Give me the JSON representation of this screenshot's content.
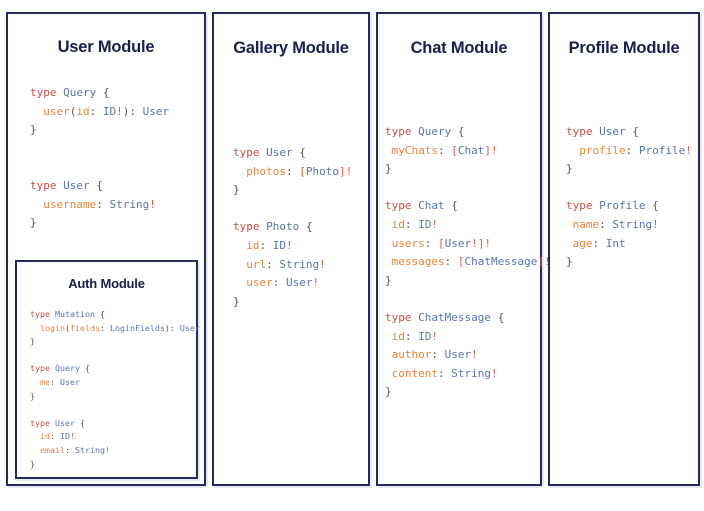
{
  "diagram": {
    "type": "graphql-schema-modules",
    "background_color": "#ffffff",
    "card_border_color": "#252a5e",
    "title_color": "#1b1f4b",
    "token_colors": {
      "keyword": "#c0504a",
      "type_name": "#5b74a8",
      "field_name": "#e2853f",
      "non_null_bang": "#d4614c",
      "punctuation": "#55555f"
    }
  },
  "modules": [
    {
      "id": "user",
      "title": "User Module",
      "code_lines": [
        [
          {
            "text": "type",
            "cls": "t-kw"
          },
          {
            "text": " ",
            "cls": "t-pun"
          },
          {
            "text": "Query",
            "cls": "t-type"
          },
          {
            "text": " {",
            "cls": "t-pun"
          }
        ],
        [
          {
            "text": "  ",
            "cls": "t-pun"
          },
          {
            "text": "user",
            "cls": "t-fld"
          },
          {
            "text": "(",
            "cls": "t-pun"
          },
          {
            "text": "id",
            "cls": "t-fld"
          },
          {
            "text": ": ",
            "cls": "t-pun"
          },
          {
            "text": "ID",
            "cls": "t-type"
          },
          {
            "text": "!",
            "cls": "t-bang"
          },
          {
            "text": "): ",
            "cls": "t-pun"
          },
          {
            "text": "User",
            "cls": "t-type"
          }
        ],
        [
          {
            "text": "}",
            "cls": "t-pun"
          }
        ],
        [
          {
            "text": "",
            "cls": "t-pun"
          }
        ],
        [
          {
            "text": "",
            "cls": "t-pun"
          }
        ],
        [
          {
            "text": "type",
            "cls": "t-kw"
          },
          {
            "text": " ",
            "cls": "t-pun"
          },
          {
            "text": "User",
            "cls": "t-type"
          },
          {
            "text": " {",
            "cls": "t-pun"
          }
        ],
        [
          {
            "text": "  ",
            "cls": "t-pun"
          },
          {
            "text": "username",
            "cls": "t-fld"
          },
          {
            "text": ": ",
            "cls": "t-pun"
          },
          {
            "text": "String",
            "cls": "t-type"
          },
          {
            "text": "!",
            "cls": "t-bang"
          }
        ],
        [
          {
            "text": "}",
            "cls": "t-pun"
          }
        ]
      ]
    },
    {
      "id": "auth",
      "title": "Auth Module",
      "nested_in": "user",
      "code_lines": [
        [
          {
            "text": "type",
            "cls": "t-kw"
          },
          {
            "text": " ",
            "cls": "t-pun"
          },
          {
            "text": "Mutation",
            "cls": "t-type"
          },
          {
            "text": " {",
            "cls": "t-pun"
          }
        ],
        [
          {
            "text": "  ",
            "cls": "t-pun"
          },
          {
            "text": "login",
            "cls": "t-fld"
          },
          {
            "text": "(",
            "cls": "t-pun"
          },
          {
            "text": "fields",
            "cls": "t-fld"
          },
          {
            "text": ": ",
            "cls": "t-pun"
          },
          {
            "text": "LoginFields",
            "cls": "t-type"
          },
          {
            "text": "): ",
            "cls": "t-pun"
          },
          {
            "text": "User",
            "cls": "t-type"
          }
        ],
        [
          {
            "text": "}",
            "cls": "t-pun"
          }
        ],
        [
          {
            "text": "",
            "cls": "t-pun"
          }
        ],
        [
          {
            "text": "type",
            "cls": "t-kw"
          },
          {
            "text": " ",
            "cls": "t-pun"
          },
          {
            "text": "Query",
            "cls": "t-type"
          },
          {
            "text": " {",
            "cls": "t-pun"
          }
        ],
        [
          {
            "text": "  ",
            "cls": "t-pun"
          },
          {
            "text": "me",
            "cls": "t-fld"
          },
          {
            "text": ": ",
            "cls": "t-pun"
          },
          {
            "text": "User",
            "cls": "t-type"
          }
        ],
        [
          {
            "text": "}",
            "cls": "t-pun"
          }
        ],
        [
          {
            "text": "",
            "cls": "t-pun"
          }
        ],
        [
          {
            "text": "type",
            "cls": "t-kw"
          },
          {
            "text": " ",
            "cls": "t-pun"
          },
          {
            "text": "User",
            "cls": "t-type"
          },
          {
            "text": " {",
            "cls": "t-pun"
          }
        ],
        [
          {
            "text": "  ",
            "cls": "t-pun"
          },
          {
            "text": "id",
            "cls": "t-fld"
          },
          {
            "text": ": ",
            "cls": "t-pun"
          },
          {
            "text": "ID",
            "cls": "t-type"
          },
          {
            "text": "!",
            "cls": "t-bang"
          }
        ],
        [
          {
            "text": "  ",
            "cls": "t-pun"
          },
          {
            "text": "email",
            "cls": "t-fld"
          },
          {
            "text": ": ",
            "cls": "t-pun"
          },
          {
            "text": "String",
            "cls": "t-type"
          },
          {
            "text": "!",
            "cls": "t-bang"
          }
        ],
        [
          {
            "text": "}",
            "cls": "t-pun"
          }
        ]
      ]
    },
    {
      "id": "gallery",
      "title": "Gallery Module",
      "code_lines": [
        [
          {
            "text": "type",
            "cls": "t-kw"
          },
          {
            "text": " ",
            "cls": "t-pun"
          },
          {
            "text": "User",
            "cls": "t-type"
          },
          {
            "text": " {",
            "cls": "t-pun"
          }
        ],
        [
          {
            "text": "  ",
            "cls": "t-pun"
          },
          {
            "text": "photos",
            "cls": "t-fld"
          },
          {
            "text": ": ",
            "cls": "t-pun"
          },
          {
            "text": "[",
            "cls": "t-bang"
          },
          {
            "text": "Photo",
            "cls": "t-type"
          },
          {
            "text": "]!",
            "cls": "t-bang"
          }
        ],
        [
          {
            "text": "}",
            "cls": "t-pun"
          }
        ],
        [
          {
            "text": "",
            "cls": "t-pun"
          }
        ],
        [
          {
            "text": "type",
            "cls": "t-kw"
          },
          {
            "text": " ",
            "cls": "t-pun"
          },
          {
            "text": "Photo",
            "cls": "t-type"
          },
          {
            "text": " {",
            "cls": "t-pun"
          }
        ],
        [
          {
            "text": "  ",
            "cls": "t-pun"
          },
          {
            "text": "id",
            "cls": "t-fld"
          },
          {
            "text": ": ",
            "cls": "t-pun"
          },
          {
            "text": "ID",
            "cls": "t-type"
          },
          {
            "text": "!",
            "cls": "t-bang"
          }
        ],
        [
          {
            "text": "  ",
            "cls": "t-pun"
          },
          {
            "text": "url",
            "cls": "t-fld"
          },
          {
            "text": ": ",
            "cls": "t-pun"
          },
          {
            "text": "String",
            "cls": "t-type"
          },
          {
            "text": "!",
            "cls": "t-bang"
          }
        ],
        [
          {
            "text": "  ",
            "cls": "t-pun"
          },
          {
            "text": "user",
            "cls": "t-fld"
          },
          {
            "text": ": ",
            "cls": "t-pun"
          },
          {
            "text": "User",
            "cls": "t-type"
          },
          {
            "text": "!",
            "cls": "t-bang"
          }
        ],
        [
          {
            "text": "}",
            "cls": "t-pun"
          }
        ]
      ]
    },
    {
      "id": "chat",
      "title": "Chat Module",
      "code_lines": [
        [
          {
            "text": "type",
            "cls": "t-kw"
          },
          {
            "text": " ",
            "cls": "t-pun"
          },
          {
            "text": "Query",
            "cls": "t-type"
          },
          {
            "text": " {",
            "cls": "t-pun"
          }
        ],
        [
          {
            "text": " ",
            "cls": "t-pun"
          },
          {
            "text": "myChats",
            "cls": "t-fld"
          },
          {
            "text": ": ",
            "cls": "t-pun"
          },
          {
            "text": "[",
            "cls": "t-bang"
          },
          {
            "text": "Chat",
            "cls": "t-type"
          },
          {
            "text": "]!",
            "cls": "t-bang"
          }
        ],
        [
          {
            "text": "}",
            "cls": "t-pun"
          }
        ],
        [
          {
            "text": "",
            "cls": "t-pun"
          }
        ],
        [
          {
            "text": "type",
            "cls": "t-kw"
          },
          {
            "text": " ",
            "cls": "t-pun"
          },
          {
            "text": "Chat",
            "cls": "t-type"
          },
          {
            "text": " {",
            "cls": "t-pun"
          }
        ],
        [
          {
            "text": " ",
            "cls": "t-pun"
          },
          {
            "text": "id",
            "cls": "t-fld"
          },
          {
            "text": ": ",
            "cls": "t-pun"
          },
          {
            "text": "ID",
            "cls": "t-type"
          },
          {
            "text": "!",
            "cls": "t-bang"
          }
        ],
        [
          {
            "text": " ",
            "cls": "t-pun"
          },
          {
            "text": "users",
            "cls": "t-fld"
          },
          {
            "text": ": ",
            "cls": "t-pun"
          },
          {
            "text": "[",
            "cls": "t-bang"
          },
          {
            "text": "User",
            "cls": "t-type"
          },
          {
            "text": "!]!",
            "cls": "t-bang"
          }
        ],
        [
          {
            "text": " ",
            "cls": "t-pun"
          },
          {
            "text": "messages",
            "cls": "t-fld"
          },
          {
            "text": ": ",
            "cls": "t-pun"
          },
          {
            "text": "[",
            "cls": "t-bang"
          },
          {
            "text": "ChatMessage",
            "cls": "t-type"
          },
          {
            "text": "]!",
            "cls": "t-bang"
          }
        ],
        [
          {
            "text": "}",
            "cls": "t-pun"
          }
        ],
        [
          {
            "text": "",
            "cls": "t-pun"
          }
        ],
        [
          {
            "text": "type",
            "cls": "t-kw"
          },
          {
            "text": " ",
            "cls": "t-pun"
          },
          {
            "text": "ChatMessage",
            "cls": "t-type"
          },
          {
            "text": " {",
            "cls": "t-pun"
          }
        ],
        [
          {
            "text": " ",
            "cls": "t-pun"
          },
          {
            "text": "id",
            "cls": "t-fld"
          },
          {
            "text": ": ",
            "cls": "t-pun"
          },
          {
            "text": "ID",
            "cls": "t-type"
          },
          {
            "text": "!",
            "cls": "t-bang"
          }
        ],
        [
          {
            "text": " ",
            "cls": "t-pun"
          },
          {
            "text": "author",
            "cls": "t-fld"
          },
          {
            "text": ": ",
            "cls": "t-pun"
          },
          {
            "text": "User",
            "cls": "t-type"
          },
          {
            "text": "!",
            "cls": "t-bang"
          }
        ],
        [
          {
            "text": " ",
            "cls": "t-pun"
          },
          {
            "text": "content",
            "cls": "t-fld"
          },
          {
            "text": ": ",
            "cls": "t-pun"
          },
          {
            "text": "String",
            "cls": "t-type"
          },
          {
            "text": "!",
            "cls": "t-bang"
          }
        ],
        [
          {
            "text": "}",
            "cls": "t-pun"
          }
        ]
      ]
    },
    {
      "id": "profile",
      "title": "Profile Module",
      "code_lines": [
        [
          {
            "text": "type",
            "cls": "t-kw"
          },
          {
            "text": " ",
            "cls": "t-pun"
          },
          {
            "text": "User",
            "cls": "t-type"
          },
          {
            "text": " {",
            "cls": "t-pun"
          }
        ],
        [
          {
            "text": "  ",
            "cls": "t-pun"
          },
          {
            "text": "profile",
            "cls": "t-fld"
          },
          {
            "text": ": ",
            "cls": "t-pun"
          },
          {
            "text": "Profile",
            "cls": "t-type"
          },
          {
            "text": "!",
            "cls": "t-bang"
          }
        ],
        [
          {
            "text": "}",
            "cls": "t-pun"
          }
        ],
        [
          {
            "text": "",
            "cls": "t-pun"
          }
        ],
        [
          {
            "text": "type",
            "cls": "t-kw"
          },
          {
            "text": " ",
            "cls": "t-pun"
          },
          {
            "text": "Profile",
            "cls": "t-type"
          },
          {
            "text": " {",
            "cls": "t-pun"
          }
        ],
        [
          {
            "text": " ",
            "cls": "t-pun"
          },
          {
            "text": "name",
            "cls": "t-fld"
          },
          {
            "text": ": ",
            "cls": "t-pun"
          },
          {
            "text": "String",
            "cls": "t-type"
          },
          {
            "text": "!",
            "cls": "t-bang"
          }
        ],
        [
          {
            "text": " ",
            "cls": "t-pun"
          },
          {
            "text": "age",
            "cls": "t-fld"
          },
          {
            "text": ": ",
            "cls": "t-pun"
          },
          {
            "text": "Int",
            "cls": "t-type"
          }
        ],
        [
          {
            "text": "}",
            "cls": "t-pun"
          }
        ]
      ]
    }
  ]
}
